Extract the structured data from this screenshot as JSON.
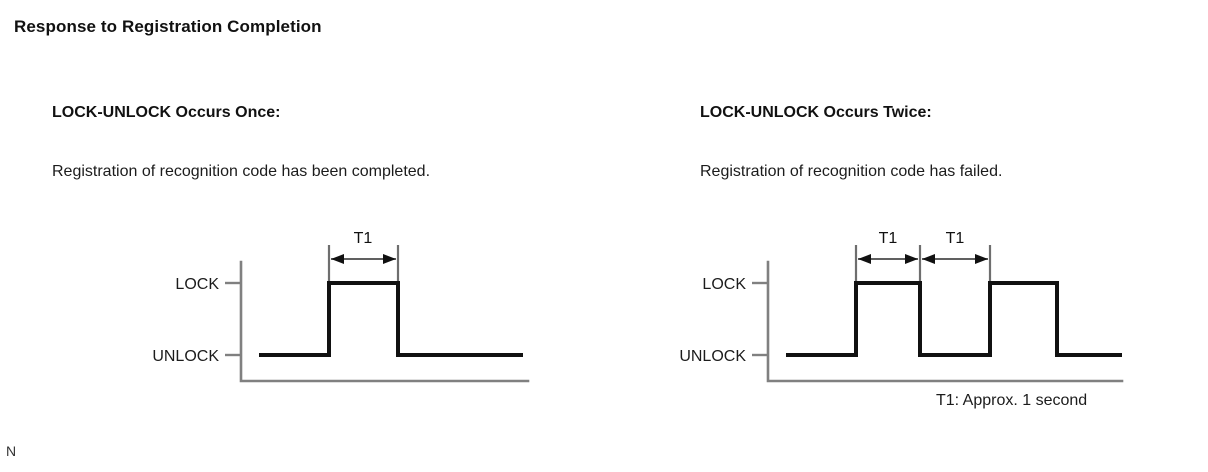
{
  "document": {
    "title": "Response to Registration Completion",
    "stray_marker": "N"
  },
  "columns": [
    {
      "heading": "LOCK-UNLOCK Occurs Once:",
      "body": "Registration of recognition code has been completed."
    },
    {
      "heading": "LOCK-UNLOCK Occurs Twice:",
      "body": "Registration of recognition code has failed."
    }
  ],
  "footnote": "T1: Approx. 1 second",
  "chart_data": [
    {
      "type": "line",
      "title": "LOCK-UNLOCK Occurs Once",
      "xlabel": "",
      "ylabel": "",
      "grid": false,
      "legend": "none",
      "state_labels": [
        "LOCK",
        "UNLOCK"
      ],
      "level_names": {
        "high": "LOCK",
        "low": "UNLOCK"
      },
      "x": [
        0,
        70,
        70,
        139,
        139,
        269
      ],
      "values": [
        "UNLOCK",
        "UNLOCK",
        "LOCK",
        "LOCK",
        "UNLOCK",
        "UNLOCK"
      ],
      "pulses": [
        {
          "start": 70,
          "end": 139,
          "label": "T1"
        }
      ],
      "annotations": [
        {
          "text": "T1",
          "span_start": 70,
          "span_end": 139
        }
      ],
      "xlim": [
        0,
        269
      ],
      "ylim": [
        0,
        1
      ]
    },
    {
      "type": "line",
      "title": "LOCK-UNLOCK Occurs Twice",
      "xlabel": "",
      "ylabel": "",
      "grid": false,
      "legend": "none",
      "state_labels": [
        "LOCK",
        "UNLOCK"
      ],
      "level_names": {
        "high": "LOCK",
        "low": "UNLOCK"
      },
      "x": [
        0,
        88,
        88,
        152,
        152,
        222,
        222,
        289,
        289,
        354
      ],
      "values": [
        "UNLOCK",
        "UNLOCK",
        "LOCK",
        "LOCK",
        "UNLOCK",
        "UNLOCK",
        "LOCK",
        "LOCK",
        "UNLOCK",
        "UNLOCK"
      ],
      "pulses": [
        {
          "start": 88,
          "end": 152,
          "label": "T1"
        },
        {
          "start": 152,
          "end": 222,
          "label": "T1"
        }
      ],
      "annotations": [
        {
          "text": "T1",
          "span_start": 88,
          "span_end": 152
        },
        {
          "text": "T1",
          "span_start": 152,
          "span_end": 222
        }
      ],
      "xlim": [
        0,
        354
      ],
      "ylim": [
        0,
        1
      ]
    }
  ]
}
